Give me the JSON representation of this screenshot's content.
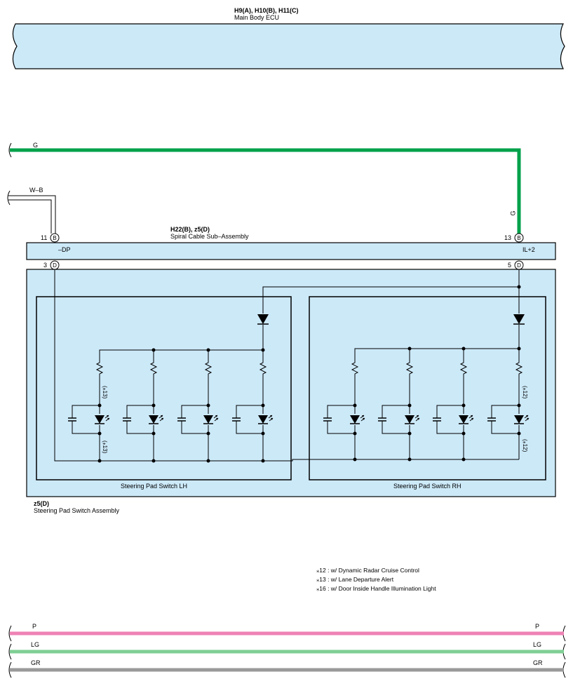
{
  "ecu": {
    "connectors": "H9(A), H10(B), H11(C)",
    "name": "Main Body ECU"
  },
  "spiral": {
    "connectors": "H22(B), z5(D)",
    "name": "Spiral Cable Sub–Assembly",
    "pin_left_no": "11",
    "pin_left_letter": "B",
    "pin_left_name": "–DP",
    "pin_right_no": "13",
    "pin_right_letter": "B",
    "pin_right_name": "IL+2",
    "pin_bl_no": "3",
    "pin_bl_letter": "D",
    "pin_br_no": "5",
    "pin_br_letter": "D"
  },
  "steering": {
    "connector": "z5(D)",
    "name": "Steering Pad Switch Assembly",
    "lh": "Steering Pad Switch LH",
    "rh": "Steering Pad Switch RH",
    "tag_lh": "(⁎13)",
    "tag_rh": "(⁎12)"
  },
  "wires": {
    "g": "G",
    "wb": "W–B",
    "g_vertical": "G",
    "p": "P",
    "lg": "LG",
    "gr": "GR"
  },
  "colors": {
    "panel_fill": "#cce9f8",
    "wire_green": "#00a04a",
    "wire_pink": "#ee82b4",
    "wire_lightgreen": "#7fcf94",
    "wire_gray": "#9a9a9a"
  },
  "notes": [
    "⁎12 : w/ Dynamic Radar Cruise Control",
    "⁎13 : w/ Lane Departure Alert",
    "⁎16 : w/ Door Inside Handle Illumination Light"
  ]
}
